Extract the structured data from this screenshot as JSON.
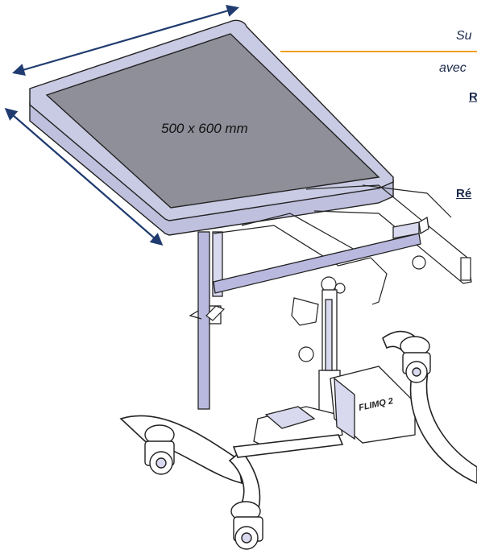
{
  "figure": {
    "dimension_label": "500 x 600 mm",
    "side_texts": {
      "line1": "Su",
      "line2": "avec",
      "line3": "R",
      "line4": "Ré"
    },
    "product_mark": "FLIMQ 2",
    "colors": {
      "tray_surface": "#8f8f9a",
      "tray_rim": "#bfc0dd",
      "frame_lavender": "#b9b9e0",
      "dimension_arrow": "#1f3b70",
      "leader_line": "#f0a020",
      "line": "#222222"
    }
  }
}
